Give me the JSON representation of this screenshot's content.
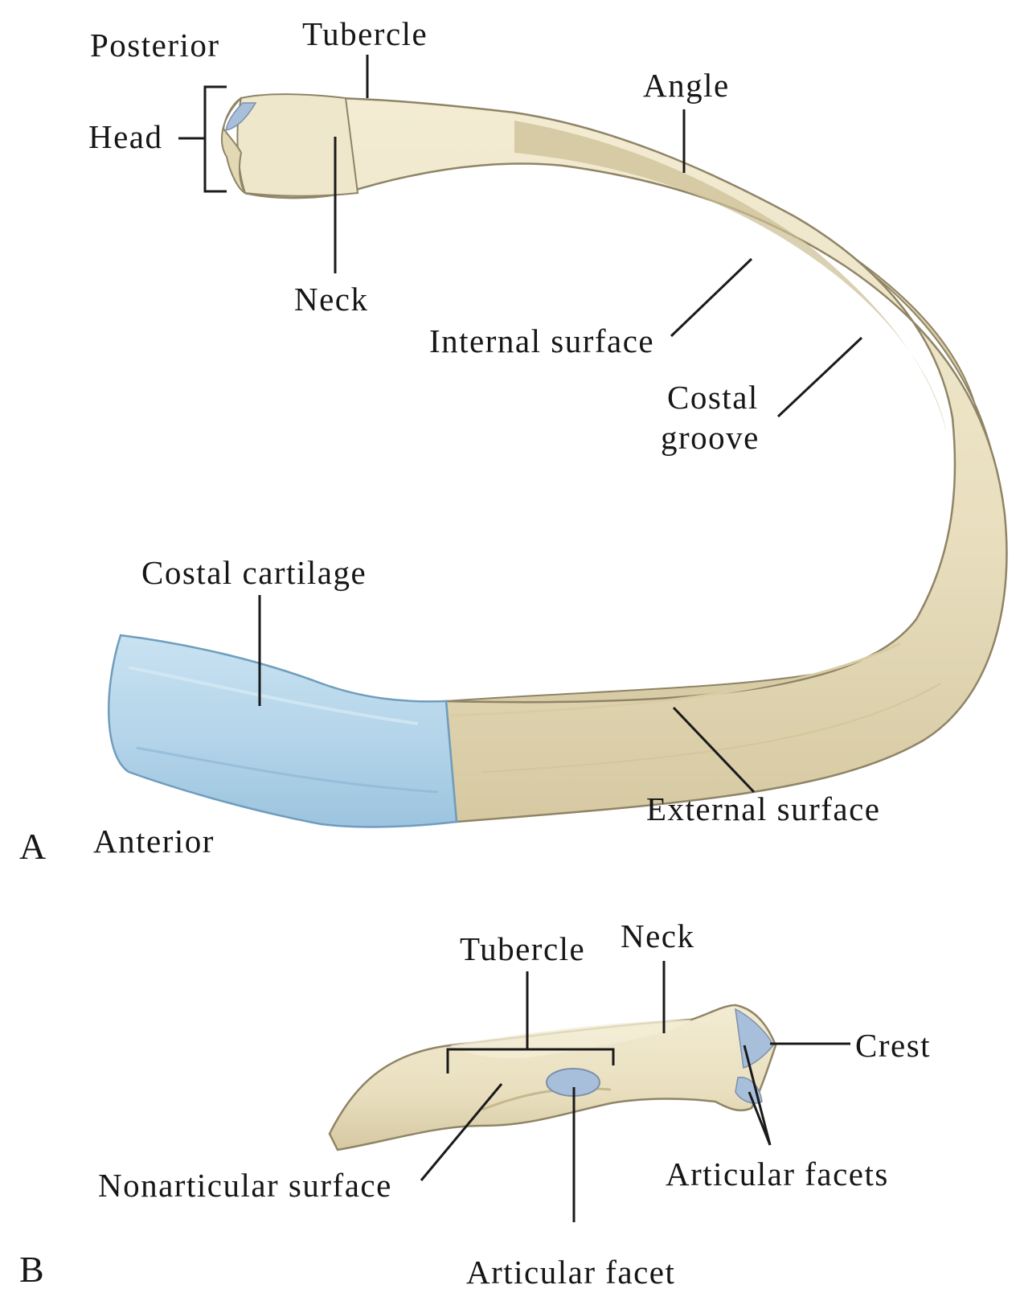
{
  "panel_a": {
    "letter": "A",
    "labels": {
      "posterior": "Posterior",
      "tubercle": "Tubercle",
      "head": "Head",
      "angle": "Angle",
      "neck": "Neck",
      "internal_surface": "Internal surface",
      "costal_groove_line1": "Costal",
      "costal_groove_line2": "groove",
      "costal_cartilage": "Costal cartilage",
      "external_surface": "External surface",
      "anterior": "Anterior"
    }
  },
  "panel_b": {
    "letter": "B",
    "labels": {
      "tubercle": "Tubercle",
      "neck": "Neck",
      "crest": "Crest",
      "nonarticular_surface": "Nonarticular surface",
      "articular_facets": "Articular facets",
      "articular_facet": "Articular facet"
    }
  },
  "colors": {
    "bone": "#ece3c5",
    "bone_shadow": "#c9bc95",
    "bone_outline": "#8f8466",
    "cartilage": "#b5d6ea",
    "cartilage_shadow": "#86b4d2",
    "facet": "#a8bfdc"
  }
}
